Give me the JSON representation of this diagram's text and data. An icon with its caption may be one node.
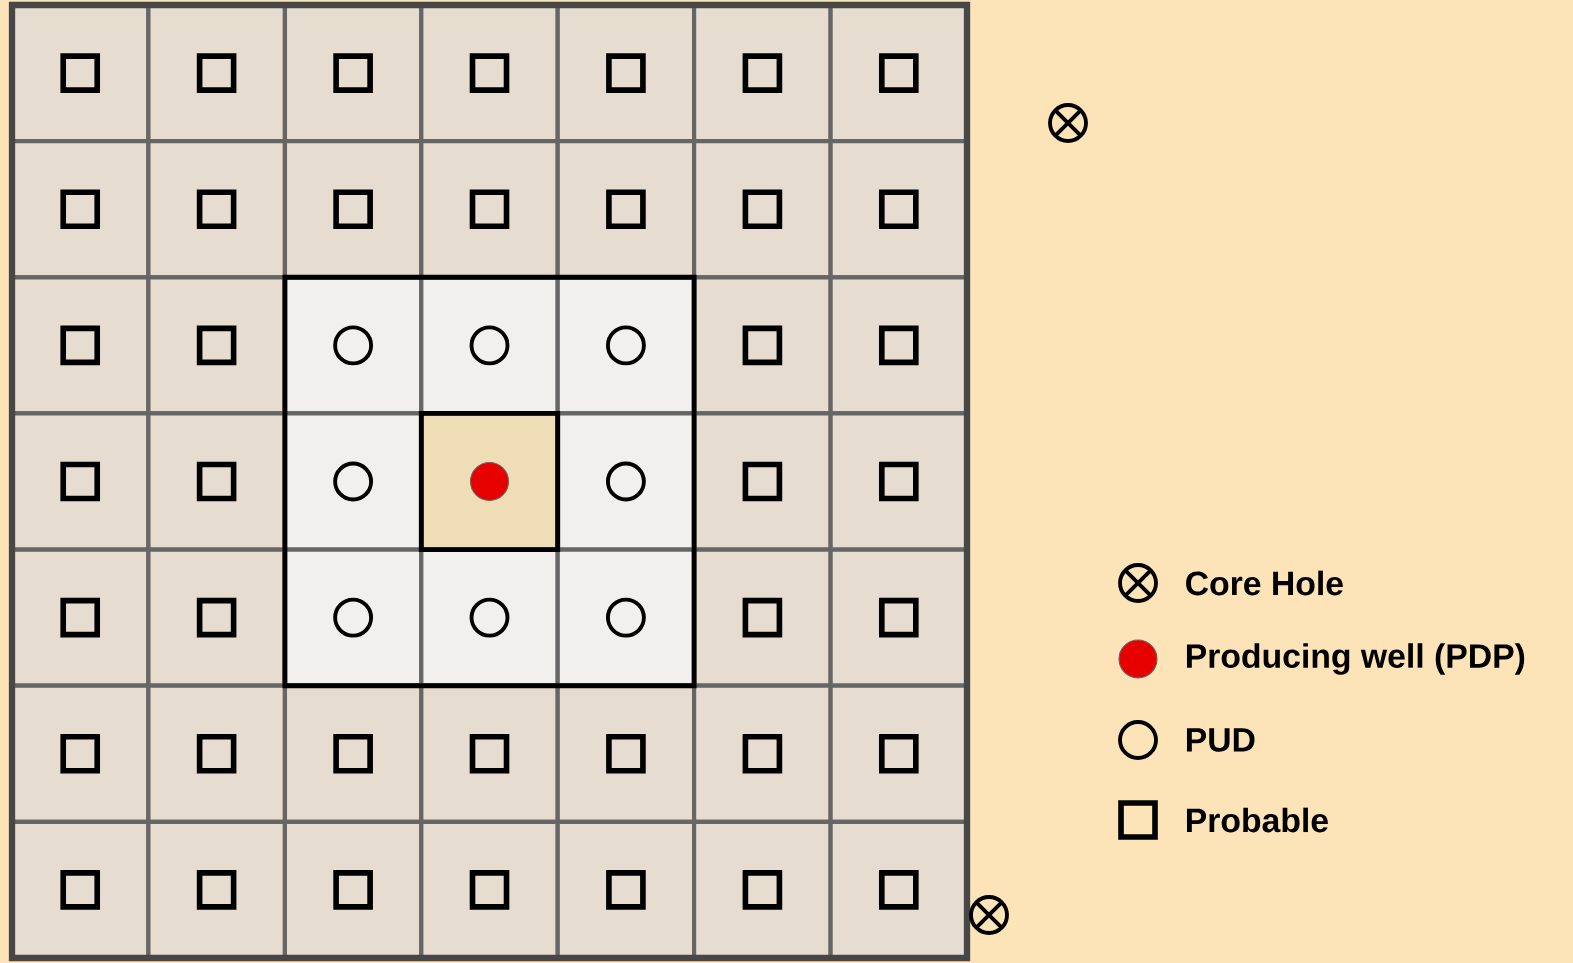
{
  "diagram": {
    "legend": [
      {
        "text": "Core Hole"
      },
      {
        "text": "Producing well (PDP)"
      },
      {
        "text": "PUD"
      },
      {
        "text": "Probable"
      }
    ]
  }
}
